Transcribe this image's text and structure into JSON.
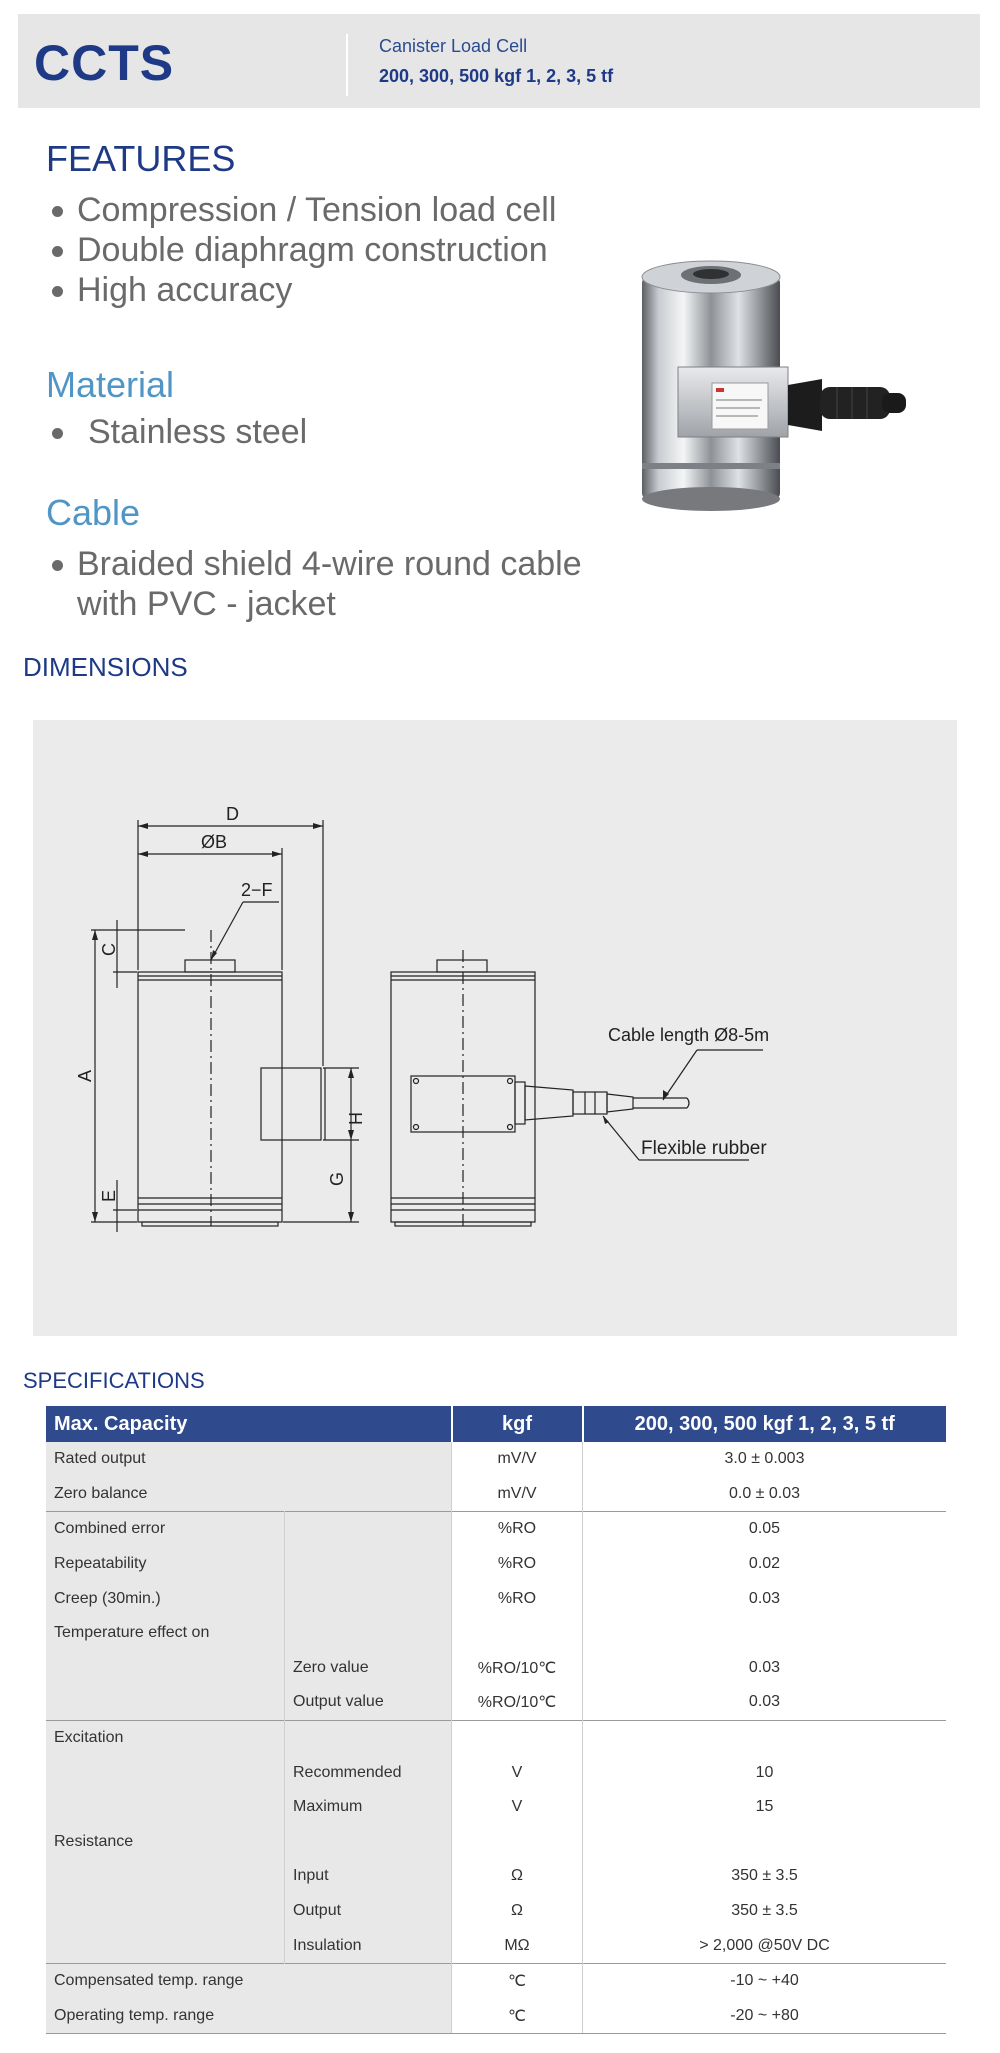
{
  "header": {
    "model": "CCTS",
    "subtitle": "Canister Load Cell",
    "capacities": "200, 300, 500 kgf 1, 2, 3, 5 tf"
  },
  "features": {
    "title": "FEATURES",
    "items": [
      "Compression / Tension load cell",
      "Double diaphragm construction",
      "High accuracy"
    ]
  },
  "material": {
    "title": "Material",
    "items": [
      "Stainless steel"
    ]
  },
  "cable": {
    "title": "Cable",
    "line1": "Braided shield 4-wire round cable",
    "line2": "with PVC - jacket"
  },
  "dimensions": {
    "title": "DIMENSIONS",
    "labels": {
      "D": "D",
      "B": "ØB",
      "F": "2−F",
      "C": "C",
      "A": "A",
      "H": "H",
      "G": "G",
      "E": "E",
      "cable_length": "Cable length Ø8-5m",
      "flexible_rubber": "Flexible rubber"
    }
  },
  "specifications": {
    "title": "SPECIFICATIONS",
    "header": [
      "Max. Capacity",
      "kgf",
      "200, 300, 500 kgf 1, 2, 3, 5 tf"
    ],
    "rows": [
      {
        "main": "Rated output",
        "sub": "",
        "unit": "mV/V",
        "value": "3.0 ± 0.003"
      },
      {
        "main": "Zero balance",
        "sub": "",
        "unit": "mV/V",
        "value": "0.0 ± 0.03"
      },
      {
        "main": "Combined error",
        "sub": "",
        "unit": "%RO",
        "value": "0.05"
      },
      {
        "main": "Repeatability",
        "sub": "",
        "unit": "%RO",
        "value": "0.02"
      },
      {
        "main": "Creep (30min.)",
        "sub": "",
        "unit": "%RO",
        "value": "0.03"
      },
      {
        "main": "Temperature effect on",
        "sub": "",
        "unit": "",
        "value": ""
      },
      {
        "main": "",
        "sub": "Zero value",
        "unit": "%RO/10℃",
        "value": "0.03"
      },
      {
        "main": "",
        "sub": "Output  value",
        "unit": "%RO/10℃",
        "value": "0.03"
      },
      {
        "main": "Excitation",
        "sub": "",
        "unit": "",
        "value": ""
      },
      {
        "main": "",
        "sub": "Recommended",
        "unit": "V",
        "value": "10"
      },
      {
        "main": "",
        "sub": "Maximum",
        "unit": "V",
        "value": "15"
      },
      {
        "main": "Resistance",
        "sub": "",
        "unit": "",
        "value": ""
      },
      {
        "main": "",
        "sub": "Input",
        "unit": "Ω",
        "value": "350 ± 3.5"
      },
      {
        "main": "",
        "sub": "Output",
        "unit": "Ω",
        "value": "350 ± 3.5"
      },
      {
        "main": "",
        "sub": "Insulation",
        "unit": "MΩ",
        "value": "> 2,000 @50V DC"
      },
      {
        "main": "Compensated temp. range",
        "sub": "",
        "unit": "℃",
        "value": "-10 ~ +40"
      },
      {
        "main": "Operating temp. range",
        "sub": "",
        "unit": "℃",
        "value": "-20 ~ +80"
      }
    ]
  }
}
